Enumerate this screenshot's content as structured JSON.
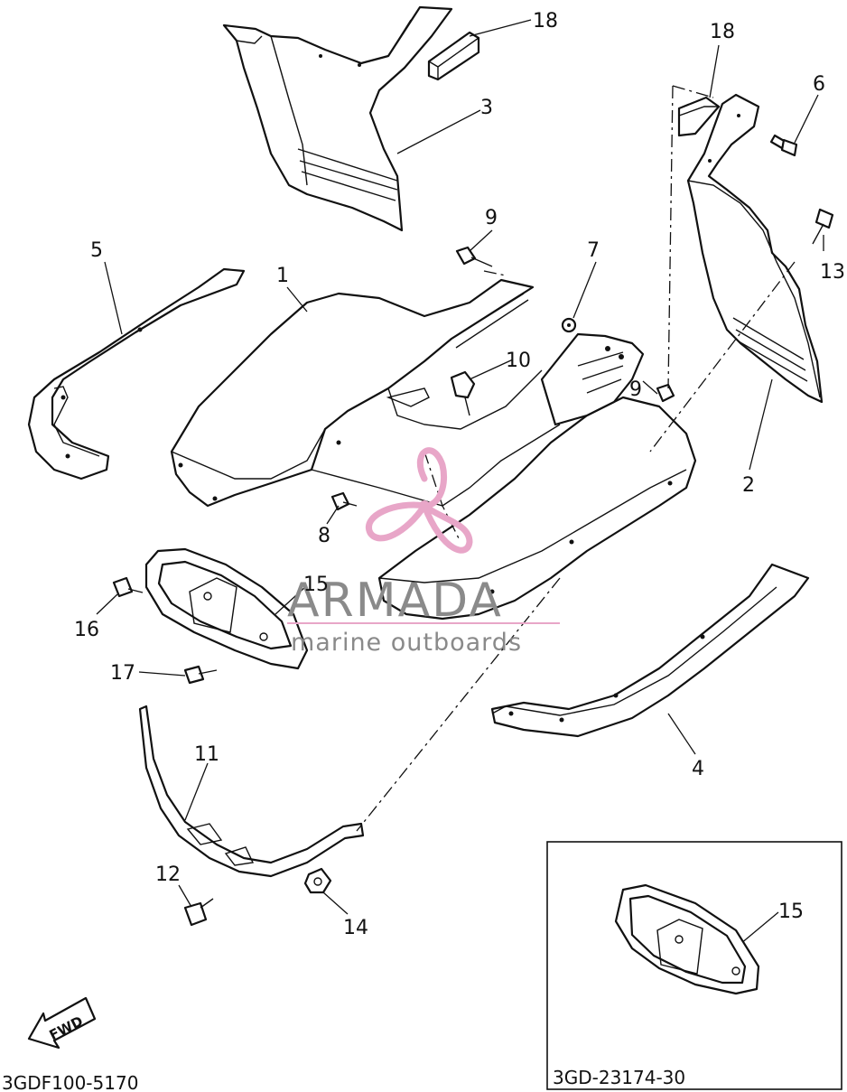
{
  "callouts": {
    "p1": "1",
    "p2": "2",
    "p3": "3",
    "p4": "4",
    "p5": "5",
    "p6": "6",
    "p7": "7",
    "p8": "8",
    "p9a": "9",
    "p9b": "9",
    "p10": "10",
    "p11": "11",
    "p12": "12",
    "p13": "13",
    "p14": "14",
    "p15a": "15",
    "p15b": "15",
    "p16": "16",
    "p17": "17",
    "p18a": "18",
    "p18b": "18"
  },
  "fwd_label": "FWD",
  "diagram_code": "3GDF100-5170",
  "inset_part_number": "3GD-23174-30",
  "watermark": {
    "name": "ARMADA",
    "tagline": "marine outboards",
    "colors": {
      "logo": "#e8a6c8",
      "text": "#8a8a8a"
    }
  },
  "colors": {
    "line": "#111111",
    "background": "#ffffff"
  }
}
